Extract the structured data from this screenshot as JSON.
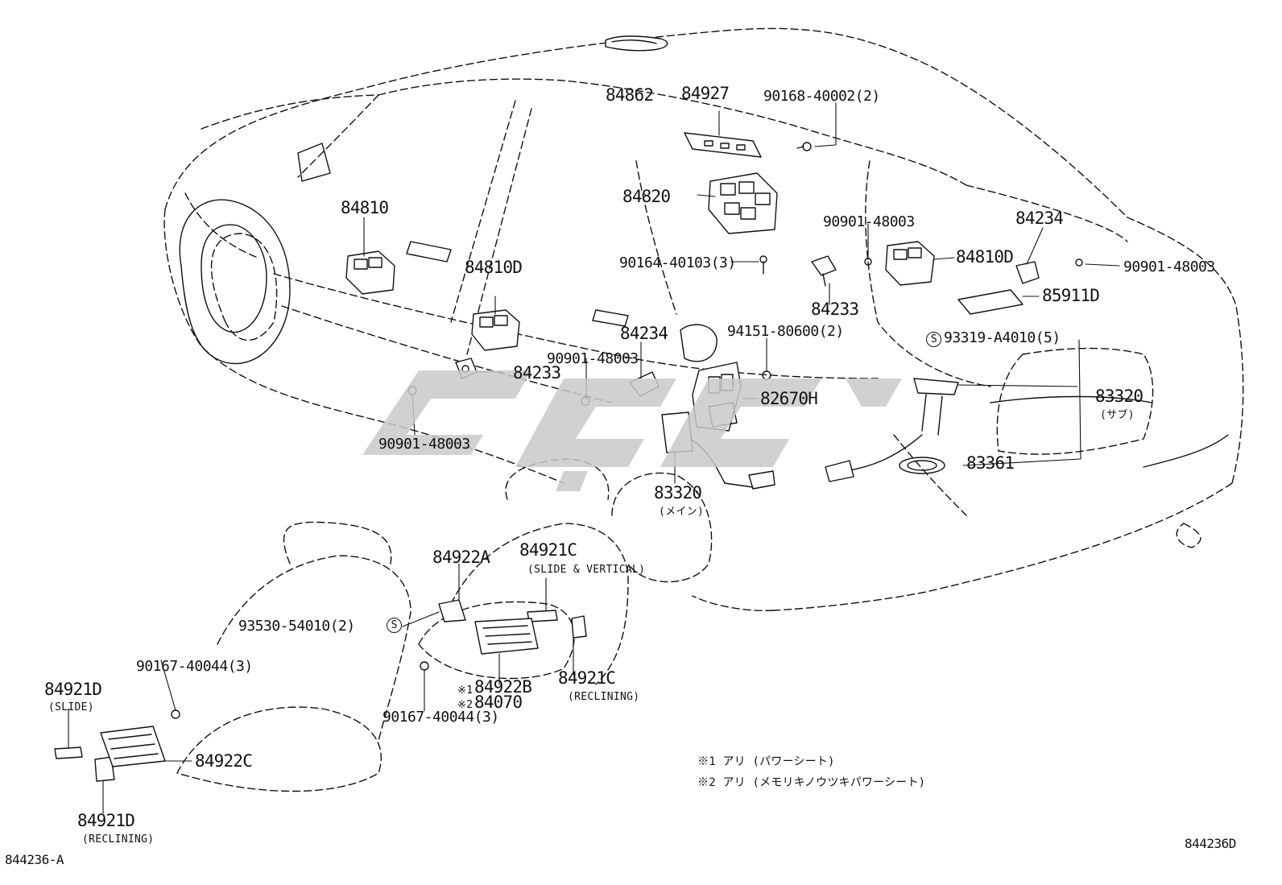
{
  "diagram": {
    "labels": {
      "p84862": "84862",
      "p84927": "84927",
      "p90168": "90168-40002(2)",
      "p84820": "84820",
      "p84810": "84810",
      "p90901_a": "90901-48003",
      "p84234_a": "84234",
      "p90164": "90164-40103(3)",
      "p84810D_a": "84810D",
      "p84810D_b": "84810D",
      "p90901_b": "90901-48003",
      "p84233_a": "84233",
      "p85911D": "85911D",
      "p94151": "94151-80600(2)",
      "p93319": "93319-A4010(5)",
      "p84234_b": "84234",
      "p90901_c": "90901-48003",
      "p84233_b": "84233",
      "p82670H": "82670H",
      "p83320_sub": "83320",
      "p83320_sub_note": "(サブ)",
      "p90901_d": "90901-48003",
      "p83361": "83361",
      "p83320_main": "83320",
      "p83320_main_note": "(メイン)",
      "p84921C_top": "84921C",
      "p84921C_top_note": "(SLIDE & VERTICAL)",
      "p84922A": "84922A",
      "p93530": "93530-54010(2)",
      "p90167_a": "90167-40044(3)",
      "p84921D_top": "84921D",
      "p84921D_top_note": "(SLIDE)",
      "p84922B": "84922B",
      "p84070": "84070",
      "mark1": "※1",
      "mark2": "※2",
      "p84921C_bot": "84921C",
      "p84921C_bot_note": "(RECLINING)",
      "p90167_b": "90167-40044(3)",
      "p84922C": "84922C",
      "p84921D_bot": "84921D",
      "p84921D_bot_note": "(RECLINING)"
    },
    "notes": {
      "note1": "※1 アリ (パワーシート)",
      "note2": "※2 アリ (メモリキノウツキパワーシート)"
    },
    "s_mark": "S",
    "drawing_id_left": "844236-A",
    "drawing_id_right": "844236D",
    "watermark_color": "#c9c9c9"
  }
}
